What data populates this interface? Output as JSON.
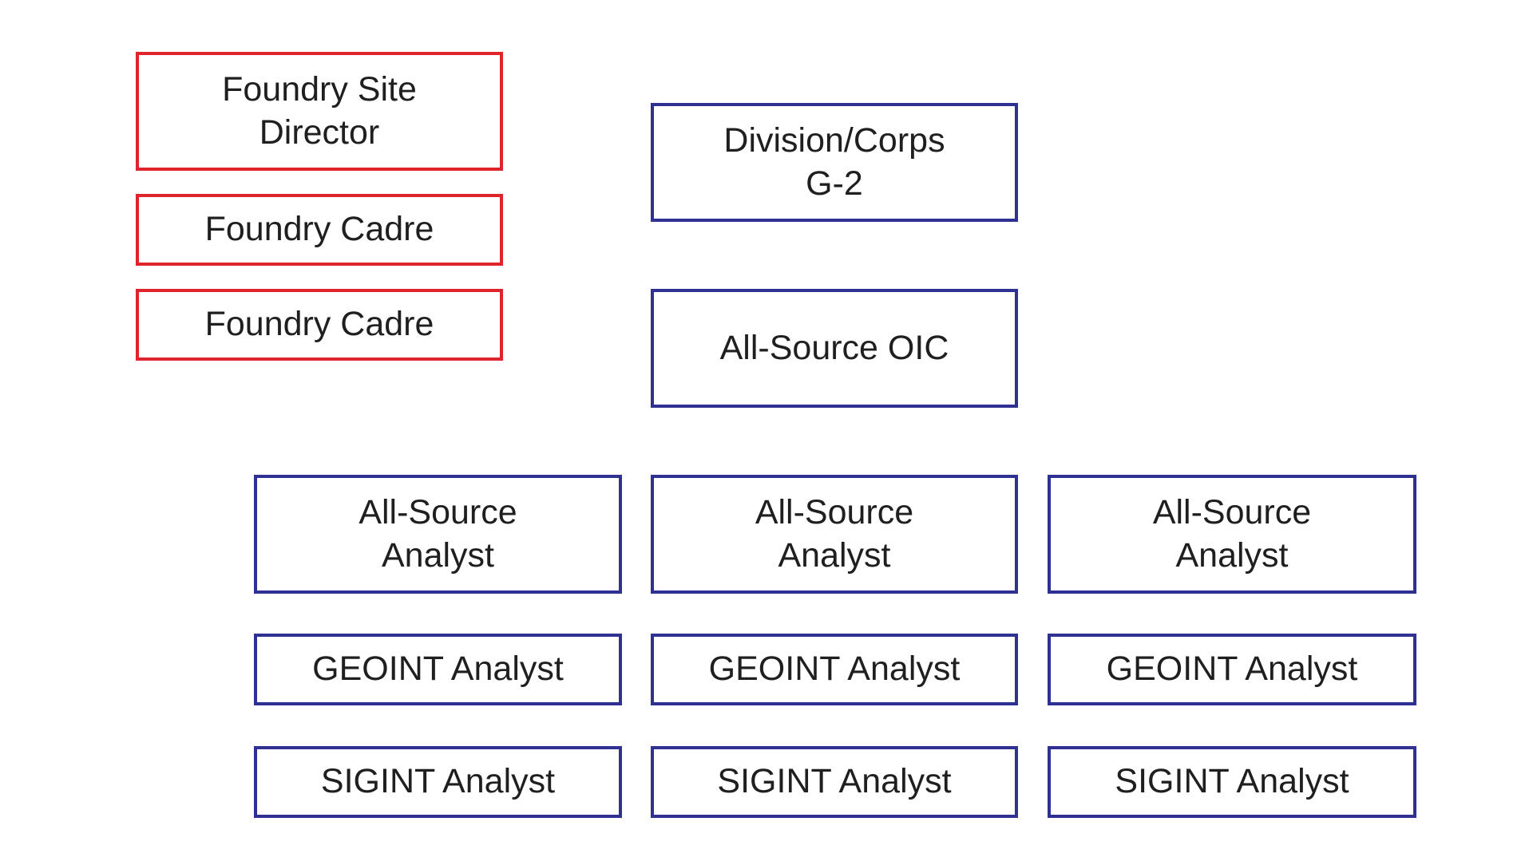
{
  "colors": {
    "foundry_border": "#e0242b",
    "unit_border": "#2e3192",
    "text": "#1f1f1f",
    "background": "#ffffff"
  },
  "foundry": {
    "site_director": "Foundry Site\nDirector",
    "cadre_1": "Foundry Cadre",
    "cadre_2": "Foundry Cadre"
  },
  "command": {
    "g2": "Division/Corps\nG-2",
    "oic": "All-Source OIC"
  },
  "teams": [
    {
      "all_source": "All-Source\nAnalyst",
      "geoint": "GEOINT Analyst",
      "sigint": "SIGINT Analyst"
    },
    {
      "all_source": "All-Source\nAnalyst",
      "geoint": "GEOINT Analyst",
      "sigint": "SIGINT Analyst"
    },
    {
      "all_source": "All-Source\nAnalyst",
      "geoint": "GEOINT Analyst",
      "sigint": "SIGINT Analyst"
    }
  ]
}
